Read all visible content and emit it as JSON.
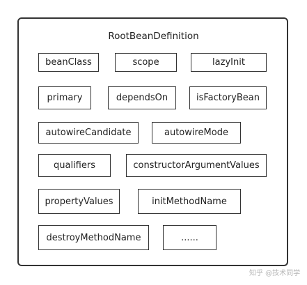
{
  "diagram": {
    "title": "RootBeanDefinition",
    "fields": [
      "beanClass",
      "scope",
      "lazyInit",
      "primary",
      "dependsOn",
      "isFactoryBean",
      "autowireCandidate",
      "autowireMode",
      "qualifiers",
      "constructorArgumentValues",
      "propertyValues",
      "initMethodName",
      "destroyMethodName",
      "......"
    ]
  },
  "watermark": "知乎 @技术同学"
}
